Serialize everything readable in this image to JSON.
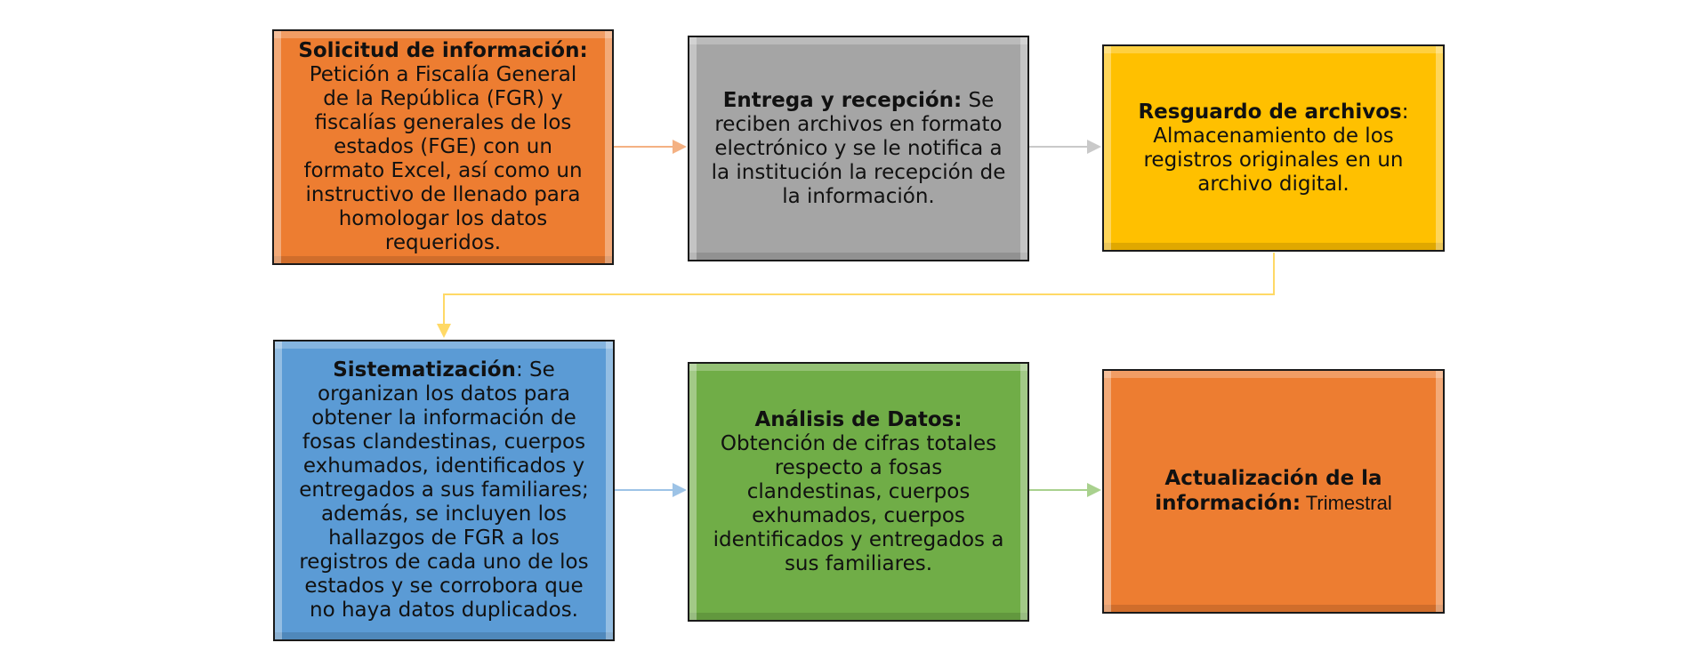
{
  "colors": {
    "orange": "#ED7D31",
    "gray": "#A5A5A5",
    "yellow": "#FFC000",
    "blue": "#5B9BD5",
    "green": "#70AD47"
  },
  "steps": [
    {
      "title": "Solicitud de información:",
      "body": " Petición a Fiscalía General de la República (FGR) y fiscalías generales de los estados (FGE) con un formato Excel, así como un instructivo de llenado para homologar los datos requeridos."
    },
    {
      "title": "Entrega y recepción:",
      "body": " Se reciben archivos en formato electrónico y se le notifica a la institución la recepción de la información."
    },
    {
      "title": "Resguardo de archivos",
      "body": ": Almacenamiento de los registros originales en un archivo digital."
    },
    {
      "title": "Sistematización",
      "body": ": Se organizan los datos para obtener la información de fosas clandestinas, cuerpos exhumados, identificados y entregados a sus familiares; además, se incluyen los hallazgos de FGR a los registros de cada uno de los estados y se corrobora que no haya datos duplicados."
    },
    {
      "title": "Análisis de Datos:",
      "body": " Obtención de cifras totales respecto a fosas clandestinas, cuerpos exhumados, cuerpos identificados y entregados a sus familiares."
    },
    {
      "title": "Actualización de la información:",
      "body": " Trimestral"
    }
  ]
}
